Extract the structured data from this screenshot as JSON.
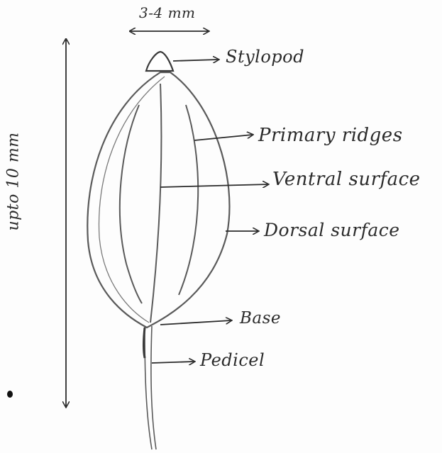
{
  "labels": {
    "width": "3-4 mm",
    "stylopod": "Stylopod",
    "primary_ridges": "Primary ridges",
    "ventral_surface": "Ventral surface",
    "dorsal_surface": "Dorsal surface",
    "base": "Base",
    "pedicel": "Pedicel",
    "length": "upto 10 mm"
  },
  "colors": {
    "ink": "#2b2b2b",
    "pencil": "#5a5a5a",
    "paper": "#fdfdfd"
  }
}
